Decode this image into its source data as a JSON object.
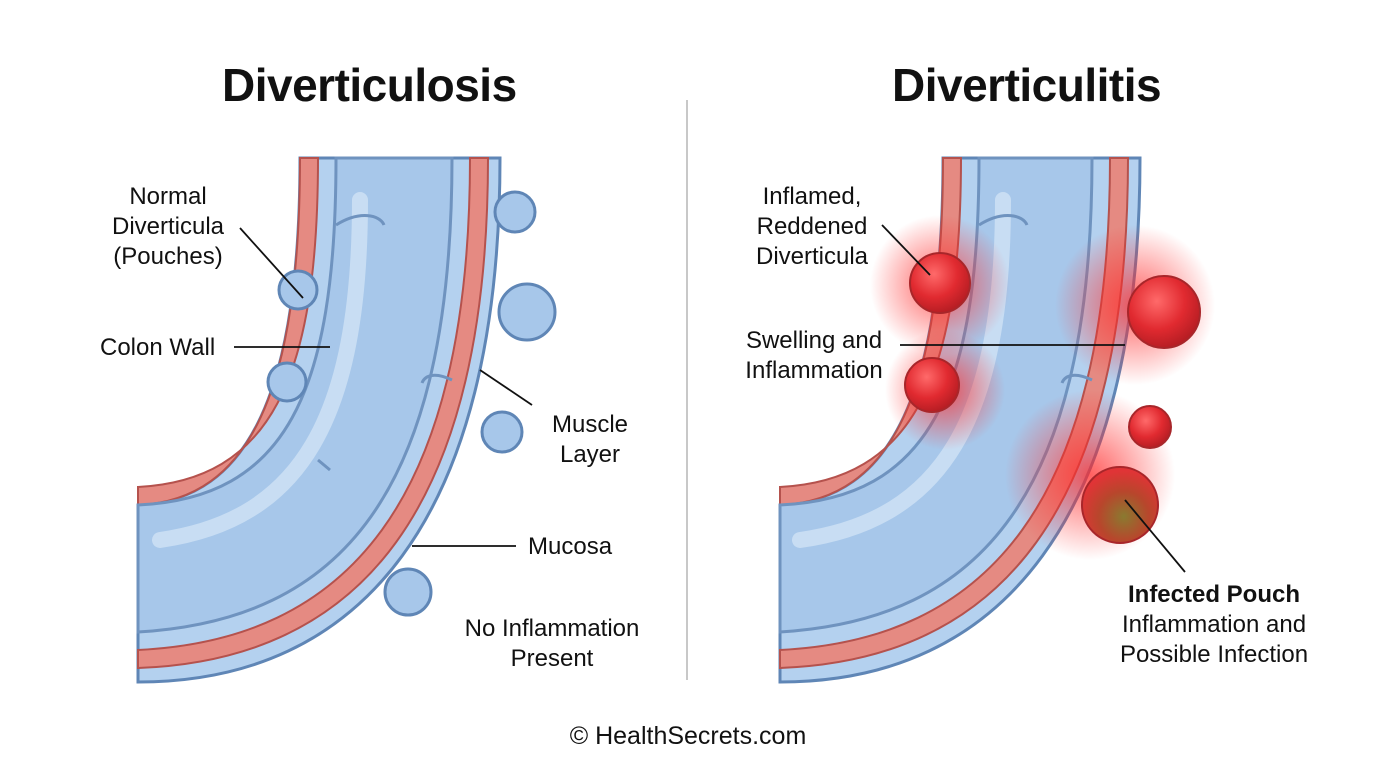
{
  "left_panel": {
    "title": "Diverticulosis",
    "labels": {
      "normal_diverticula": [
        "Normal",
        "Diverticula",
        "(Pouches)"
      ],
      "colon_wall": "Colon Wall",
      "muscle_layer": [
        "Muscle",
        "Layer"
      ],
      "mucosa": "Mucosa",
      "no_inflammation": [
        "No Inflammation",
        "Present"
      ]
    }
  },
  "right_panel": {
    "title": "Diverticulitis",
    "labels": {
      "inflamed": [
        "Inflamed,",
        "Reddened",
        "Diverticula"
      ],
      "swelling": [
        "Swelling and",
        "Inflammation"
      ],
      "infected_title": "Infected Pouch",
      "infected_desc": [
        "Inflammation and",
        "Possible Infection"
      ]
    }
  },
  "footer": "© HealthSecrets.com",
  "colors": {
    "lumen": "#a9c9ea",
    "lumen_light": "#cfe2f4",
    "mucosa_outline": "#6f93bf",
    "muscle": "#e07a74",
    "muscle_dark": "#c75a55",
    "inflamed": "#e3363a",
    "infected": "#8a7a3a"
  }
}
